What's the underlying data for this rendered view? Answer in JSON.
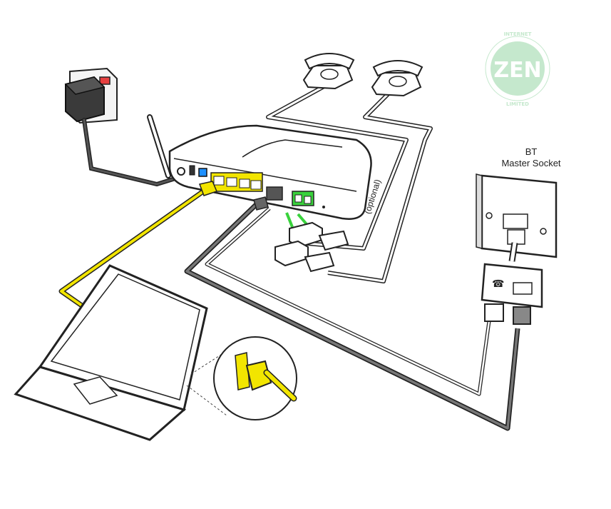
{
  "labels": {
    "socket_line1": "BT",
    "socket_line2": "Master Socket",
    "optional": "(optional)"
  },
  "logo": {
    "text": "ZEN",
    "ring_top": "INTERNET",
    "ring_bottom": "LIMITED"
  },
  "colors": {
    "ethernet_cable": "#f2e500",
    "phone_port": "#39d23c",
    "lan_port": "#f2e500",
    "usb_port": "#1e90ff",
    "power_cable": "#555555",
    "logo_green": "#bfe6c8"
  }
}
